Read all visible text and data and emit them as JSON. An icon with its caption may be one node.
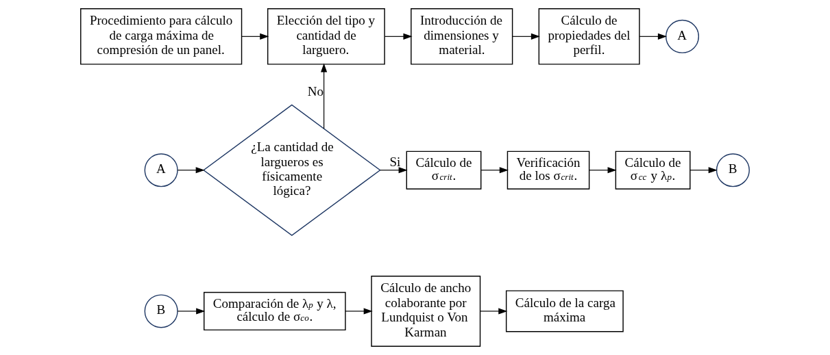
{
  "diagram": {
    "nodes": [
      {
        "text": [
          "Procedimiento para cálculo de carga máxima de compresión de un panel."
        ]
      },
      {
        "text": [
          "Elección del tipo y cantidad de larguero."
        ]
      },
      {
        "text": [
          "Introducción de dimensiones y material."
        ]
      },
      {
        "text": [
          "Cálculo de propiedades del perfil."
        ]
      },
      {
        "text": [
          "A"
        ]
      },
      {
        "text": [
          "A"
        ]
      },
      {
        "text": [
          "¿La cantidad de largueros es físicamente lógica?"
        ]
      },
      {
        "text": [
          "Cálculo de σ$_{crit}$."
        ]
      },
      {
        "text": [
          "Verificación de los σ$_{crit}$."
        ]
      },
      {
        "text": [
          "Cálculo de σ$_{cc}$ y λ$_{p}$."
        ]
      },
      {
        "text": [
          "B"
        ]
      },
      {
        "text": [
          "B"
        ]
      },
      {
        "text": [
          "Comparación de λ$_{p}$ y λ, cálculo de σ$_{co}$."
        ]
      },
      {
        "text": [
          "Cálculo de ancho colaborante por Lundquist o Von Karman"
        ]
      },
      {
        "text": [
          "Cálculo de la carga máxima"
        ]
      }
    ],
    "edges": [
      {
        "from": 0,
        "to": 1,
        "arrow": "to"
      },
      {
        "from": 1,
        "to": 2,
        "arrow": "to"
      },
      {
        "from": 2,
        "to": 3,
        "arrow": "to"
      },
      {
        "from": 3,
        "to": 4,
        "arrow": "to"
      },
      {
        "from": 5,
        "to": 6,
        "arrow": "to"
      },
      {
        "from": 6,
        "to": 1,
        "arrow": "to",
        "label": "No"
      },
      {
        "from": 6,
        "to": 7,
        "arrow": "to",
        "label": "Si"
      },
      {
        "from": 7,
        "to": 8,
        "arrow": "to"
      },
      {
        "from": 8,
        "to": 9,
        "arrow": "to"
      },
      {
        "from": 9,
        "to": 10,
        "arrow": "to"
      },
      {
        "from": 11,
        "to": 12,
        "arrow": "to"
      },
      {
        "from": 12,
        "to": 13,
        "arrow": "to"
      },
      {
        "from": 13,
        "to": 14,
        "arrow": "to"
      }
    ]
  }
}
